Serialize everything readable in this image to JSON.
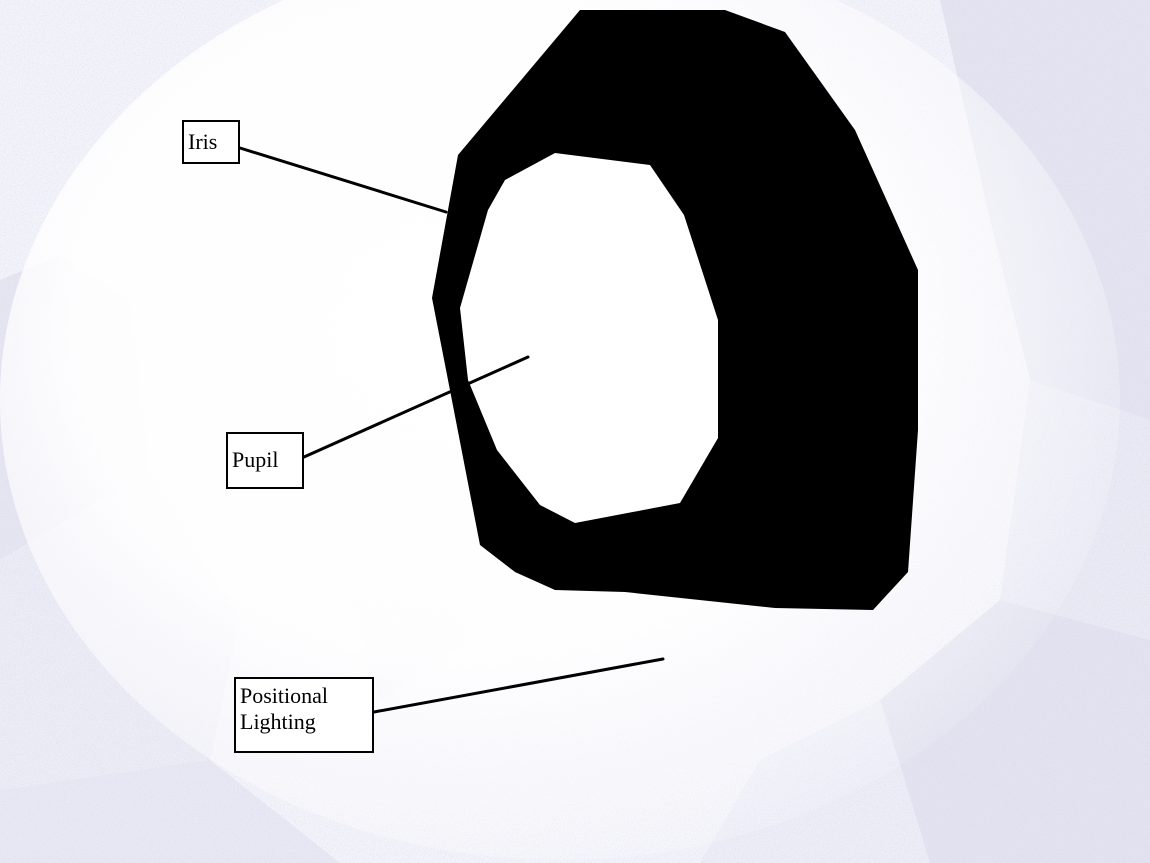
{
  "labels": {
    "iris": "Iris",
    "pupil": "Pupil",
    "lighting": "Positional\nLighting"
  },
  "colors": {
    "iris_fill": "#000000",
    "pupil_fill": "#ffffff",
    "background_base": "#ffffff",
    "background_tint": "#dcdcf0",
    "label_border": "#000000",
    "leader_line": "#000000"
  }
}
